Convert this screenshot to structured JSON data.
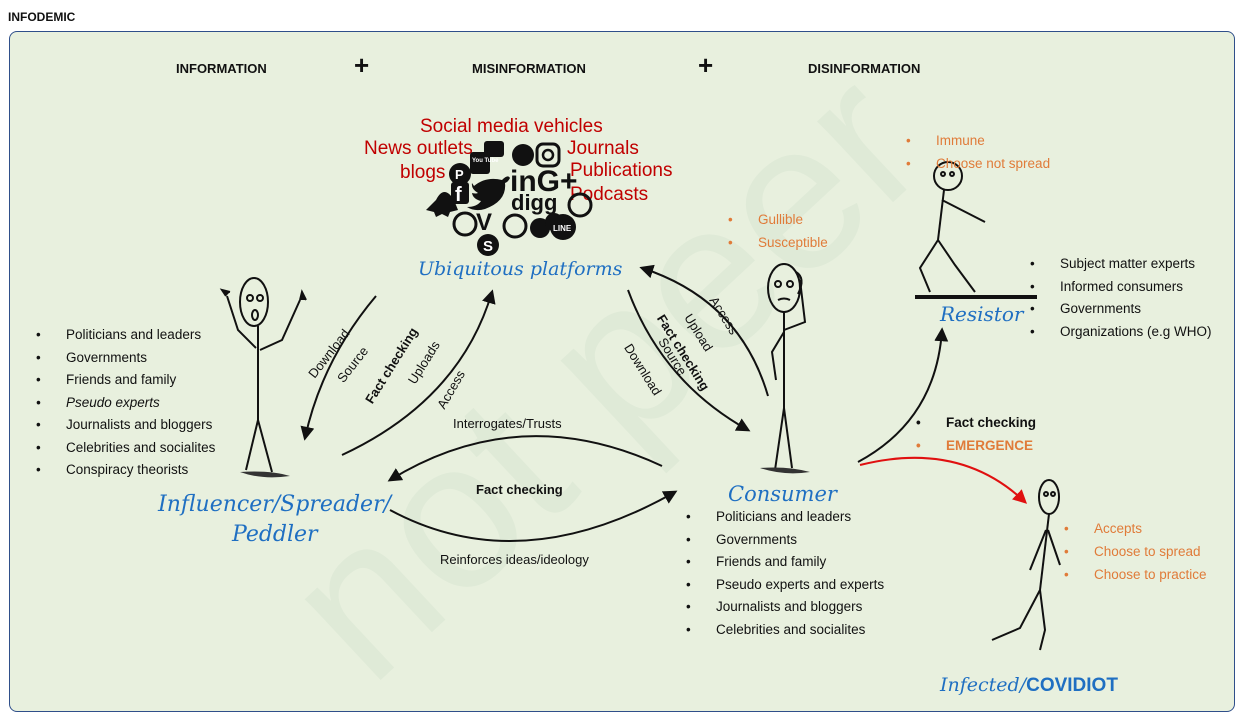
{
  "title": "INFODEMIC",
  "headers": {
    "information": "INFORMATION",
    "misinformation": "MISINFORMATION",
    "disinformation": "DISINFORMATION",
    "plus": "+"
  },
  "platform_vehicles": {
    "social_media": "Social media vehicles",
    "news_outlets": "News outlets",
    "journals": "Journals",
    "blogs": "blogs",
    "publications": "Publications",
    "podcasts": "Podcasts",
    "logo_text": [
      "You Tube",
      "f",
      "inG+",
      "digg",
      "V",
      "S",
      "LINE",
      "P"
    ]
  },
  "nodes": {
    "platforms": "Ubiquitous platforms",
    "influencer_line1": "Influencer/Spreader/",
    "influencer_line2": "Peddler",
    "consumer": "Consumer",
    "resistor": "Resistor",
    "infected_a": "Infected/",
    "infected_b": "COVIDIOT"
  },
  "arrow_labels": {
    "download_left": "Download",
    "source_left": "Source",
    "fact_checking_left": "Fact checking",
    "uploads_left": "Uploads",
    "access_left": "Access",
    "access_right": "Access",
    "upload_right": "Upload",
    "fact_checking_right": "Fact checking",
    "source_right": "Source",
    "download_right": "Download",
    "interrogates": "Interrogates/Trusts",
    "fact_checking_center": "Fact checking",
    "reinforces": "Reinforces ideas/ideology",
    "fact_checking_branch": "Fact checking",
    "emergence": "EMERGENCE"
  },
  "influencer_list": [
    "Politicians and leaders",
    "Governments",
    "Friends and family",
    "Pseudo experts",
    "Journalists and bloggers",
    "Celebrities and socialites",
    "Conspiracy theorists"
  ],
  "consumer_traits": [
    "Gullible",
    "Susceptible"
  ],
  "consumer_list": [
    "Politicians and leaders",
    "Governments",
    "Friends and family",
    "Pseudo experts and experts",
    "Journalists and bloggers",
    "Celebrities and socialites"
  ],
  "resistor_traits": [
    "Immune",
    "Choose not spread"
  ],
  "resistor_list": [
    "Subject matter experts",
    "Informed consumers",
    "Governments",
    "Organizations (e.g WHO)"
  ],
  "infected_traits": [
    "Accepts",
    "Choose to spread",
    "Choose to practice"
  ],
  "watermark": "not peer",
  "colors": {
    "panel_bg": "#e8f0de",
    "panel_border": "#2f4f8a",
    "red_text": "#c00000",
    "node_blue": "#1f6fc2",
    "trait_orange": "#e07b39",
    "branch_red": "#e01010"
  }
}
